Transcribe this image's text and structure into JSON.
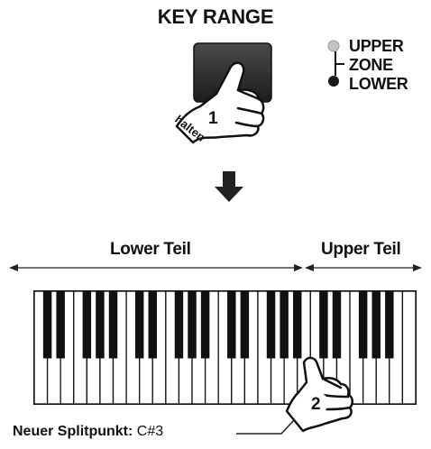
{
  "title": "KEY RANGE",
  "zone_selector": {
    "upper_label": "UPPER",
    "zone_label": "ZONE",
    "lower_label": "LOWER"
  },
  "step1": {
    "number": "1",
    "action": "halten"
  },
  "step2": {
    "number": "2"
  },
  "parts": {
    "lower": "Lower Teil",
    "upper": "Upper Teil"
  },
  "split_point": {
    "label": "Neuer Splitpunkt:",
    "value": "C#3"
  },
  "keyboard": {
    "white_keys": 29
  },
  "colors": {
    "ink": "#111111",
    "button": "#2b2b2b",
    "led_upper": "#bdbdbd",
    "led_lower": "#1a1a1a"
  }
}
